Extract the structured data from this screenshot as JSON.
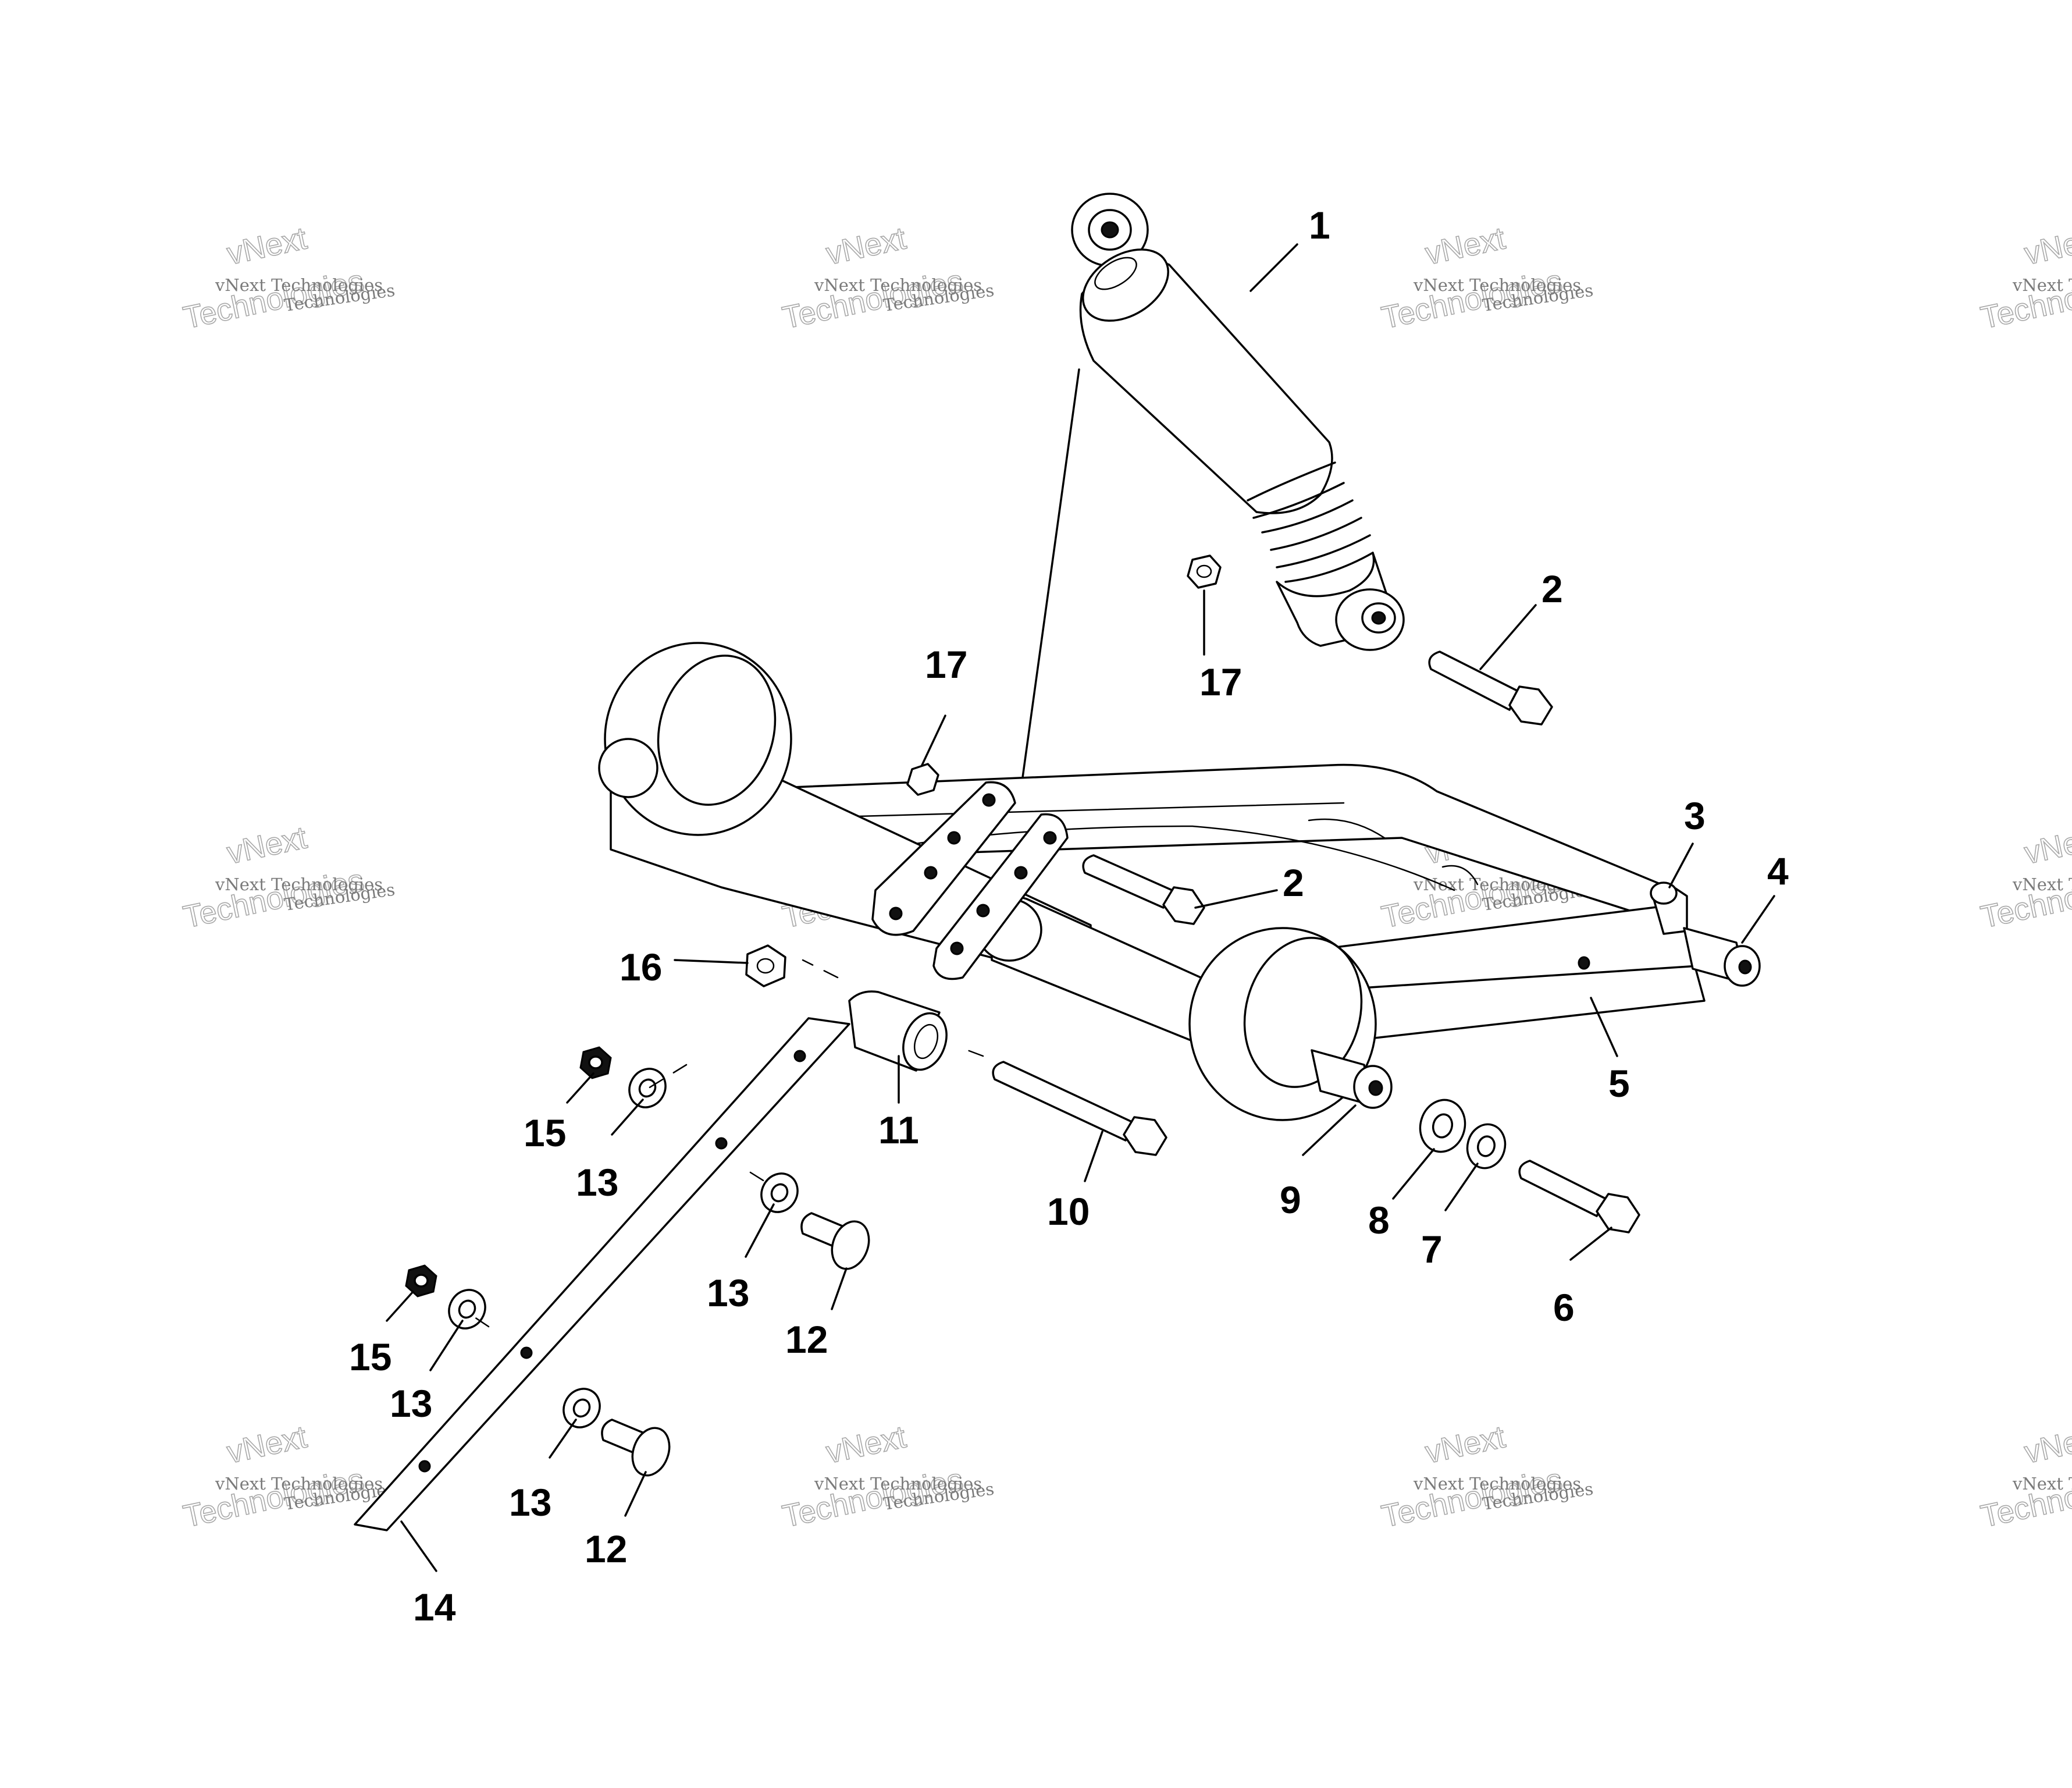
{
  "watermark": {
    "line": "vNext Technologies",
    "big_top": "vNext",
    "big_bottom": "Technologies"
  },
  "callouts": [
    "1",
    "2",
    "2",
    "3",
    "4",
    "5",
    "6",
    "7",
    "8",
    "9",
    "10",
    "11",
    "12",
    "12",
    "13",
    "13",
    "13",
    "13",
    "14",
    "15",
    "15",
    "16",
    "17",
    "17"
  ],
  "colors": {
    "ink": "#000000",
    "paper": "#ffffff",
    "watermark": "#a8a8a8"
  }
}
